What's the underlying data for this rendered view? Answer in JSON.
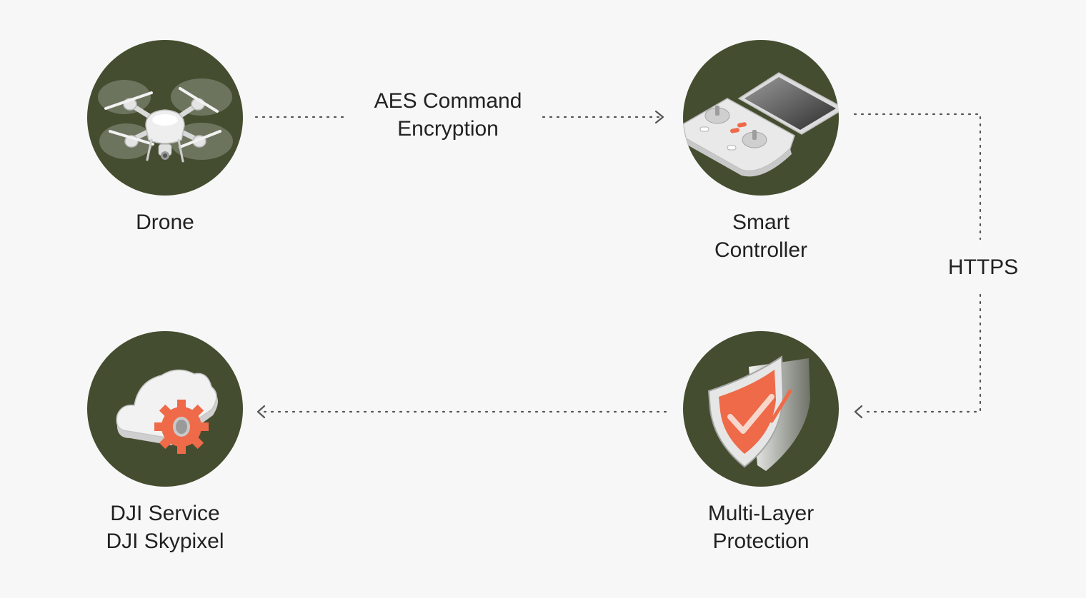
{
  "colors": {
    "background": "#f7f7f7",
    "node_fill": "#454d30",
    "connector": "#555555",
    "accent": "#ee6a48"
  },
  "nodes": [
    {
      "id": "drone",
      "icon": "drone-icon",
      "label_lines": [
        "Drone"
      ]
    },
    {
      "id": "smart-controller",
      "icon": "remote-controller-icon",
      "label_lines": [
        "Smart",
        "Controller"
      ]
    },
    {
      "id": "protection",
      "icon": "shield-check-icon",
      "label_lines": [
        "Multi-Layer",
        "Protection"
      ]
    },
    {
      "id": "dji-service",
      "icon": "cloud-gear-icon",
      "label_lines": [
        "DJI Service",
        "DJI Skypixel"
      ]
    }
  ],
  "edges": [
    {
      "from": "drone",
      "to": "smart-controller",
      "label_lines": [
        "AES Command",
        "Encryption"
      ]
    },
    {
      "from": "smart-controller",
      "to": "protection",
      "label_lines": [
        "HTTPS"
      ]
    },
    {
      "from": "protection",
      "to": "dji-service",
      "label_lines": []
    }
  ]
}
